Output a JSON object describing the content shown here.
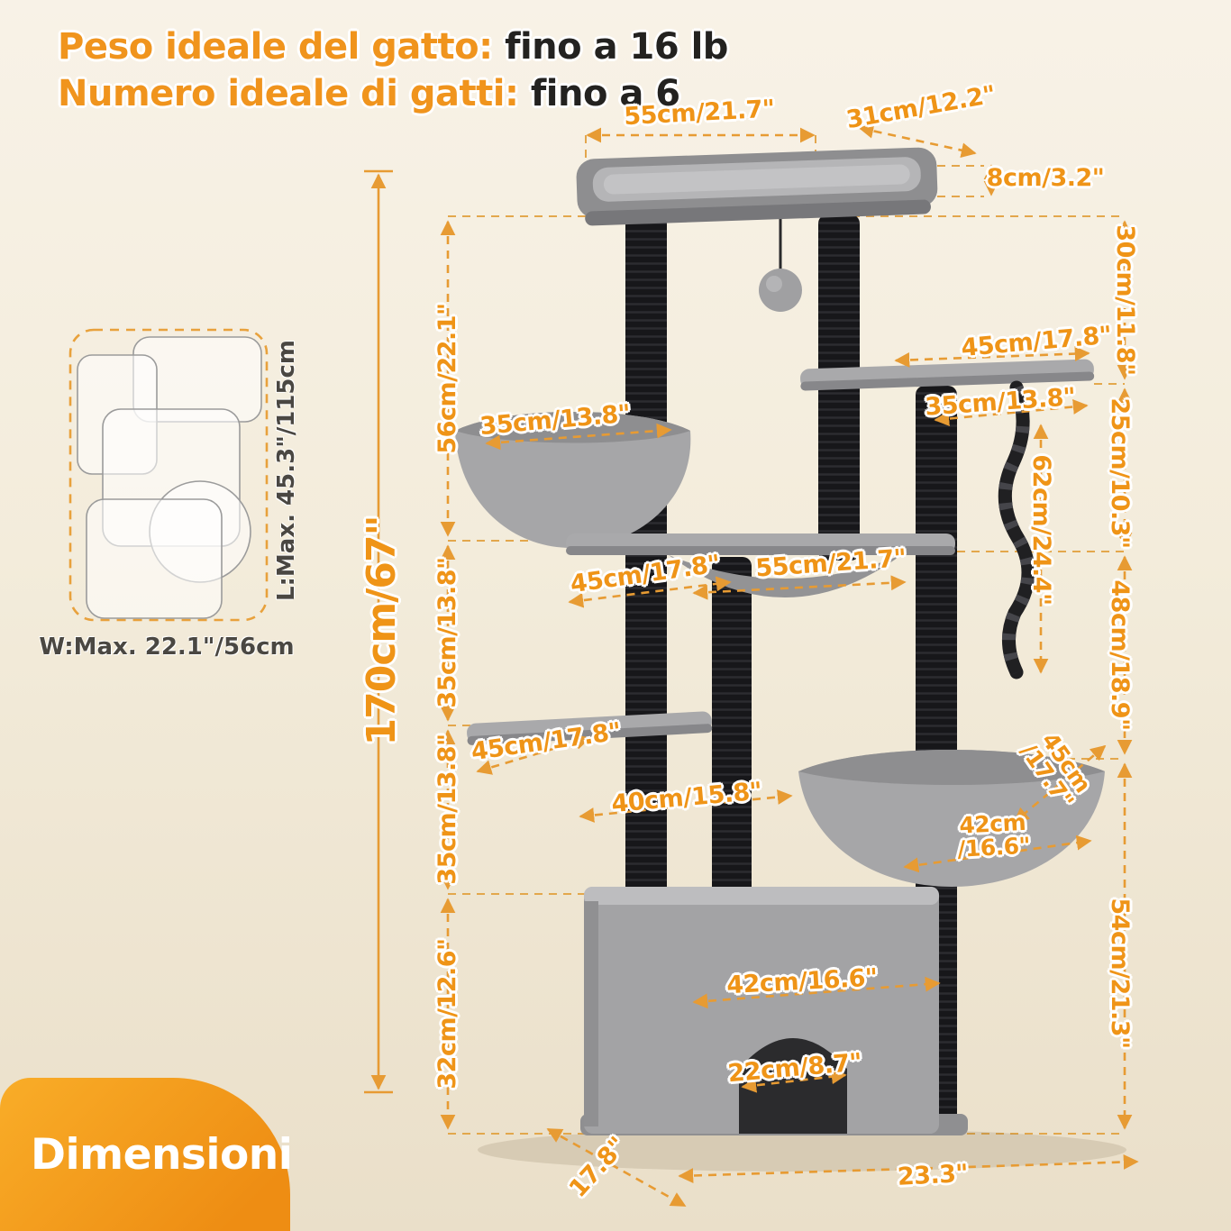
{
  "header": {
    "cat_weight_label": "Peso ideale del gatto:",
    "cat_weight_value": " fino a 16 lb",
    "cat_count_label": "Numero ideale di gatti:",
    "cat_count_value": " fino a 6"
  },
  "badge": {
    "title": "Dimensioni"
  },
  "footprint": {
    "length": "L:Max. 45.3\"/115cm",
    "width": "W:Max. 22.1\"/56cm"
  },
  "dimensions": {
    "overall_height": "170cm/67\"",
    "top_platform_width": "55cm/21.7\"",
    "top_platform_depth": "31cm/12.2\"",
    "top_platform_thickness": "8cm/3.2\"",
    "top_to_perch": "30cm/11.8\"",
    "perch_width": "45cm/17.8\"",
    "perch_depth": "35cm/13.8\"",
    "upper_section_height": "56cm/22.1\"",
    "basket_width": "35cm/13.8\"",
    "perch_to_hammock": "25cm/10.3\"",
    "rope_length": "62cm/24.4\"",
    "mid_platform_depth": "45cm/17.8\"",
    "hammock_width": "55cm/21.7\"",
    "mid_section_height": "35cm/13.8\"",
    "hammock_to_basket": "48cm/18.9\"",
    "low_platform_depth": "45cm/17.8\"",
    "low_platform_width": "40cm/15.8\"",
    "right_basket_depth": "45cm\n/17.7\"",
    "right_basket_width": "42cm\n/16.6\"",
    "lower_section_height": "35cm/13.8\"",
    "house_height": "32cm/12.6\"",
    "house_width": "42cm/16.6\"",
    "door_width": "22cm/8.7\"",
    "basket_to_floor": "54cm/21.3\"",
    "base_depth": "17.8\"",
    "base_width": "23.3\""
  }
}
